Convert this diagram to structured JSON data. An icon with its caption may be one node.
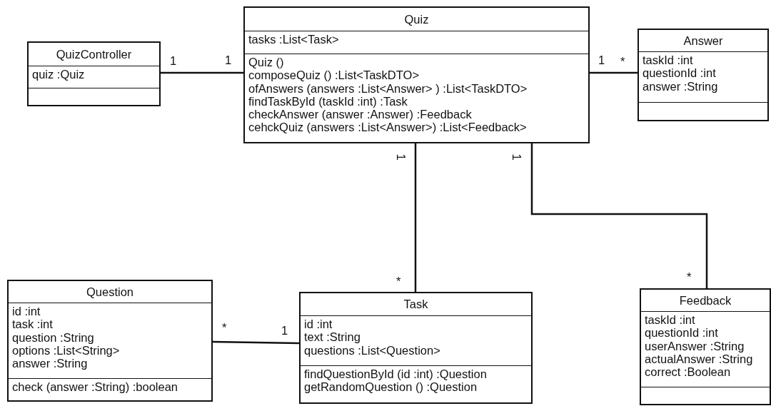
{
  "diagram": {
    "nodes": [
      {
        "text": [
          "Quiz",
          "tasks :List<Task>",
          "Quiz ()",
          "composeQuiz () :List<TaskDTO>",
          "ofAnswers (answers :List<Answer> ) :List<TaskDTO>",
          "findTaskById (taskId :int) :Task",
          "checkAnswer (answer :Answer) :Feedback",
          "cehckQuiz (answers :List<Answer>) :List<Feedback>"
        ]
      },
      {
        "text": [
          "QuizController",
          "quiz :Quiz"
        ]
      },
      {
        "text": [
          "Answer",
          "taskId :int",
          "questionId :int",
          "answer :String"
        ]
      },
      {
        "text": [
          "Question",
          "id :int",
          "task :int",
          "question :String",
          "options :List<String>",
          "answer :String",
          "check (answer :String) :boolean"
        ]
      },
      {
        "text": [
          "Task",
          "id :int",
          "text :String",
          "questions :List<Question>",
          "findQuestionById (id :int) :Question",
          "getRandomQuestion () :Question"
        ]
      },
      {
        "text": [
          "Feedback",
          "taskId :int",
          "questionId :int",
          "userAnswer :String",
          "actualAnswer :String",
          "correct :Boolean"
        ]
      }
    ],
    "edges": [
      {
        "from": 1,
        "to": 0,
        "arrow": "none"
      },
      {
        "from": 0,
        "to": 2,
        "arrow": "none"
      },
      {
        "from": 0,
        "to": 4,
        "arrow": "none"
      },
      {
        "from": 0,
        "to": 5,
        "arrow": "none"
      },
      {
        "from": 3,
        "to": 4,
        "arrow": "none"
      }
    ],
    "labels": [
      "1",
      "1",
      "1",
      "*",
      "1",
      "*",
      "1",
      "*",
      "*",
      "1"
    ]
  }
}
